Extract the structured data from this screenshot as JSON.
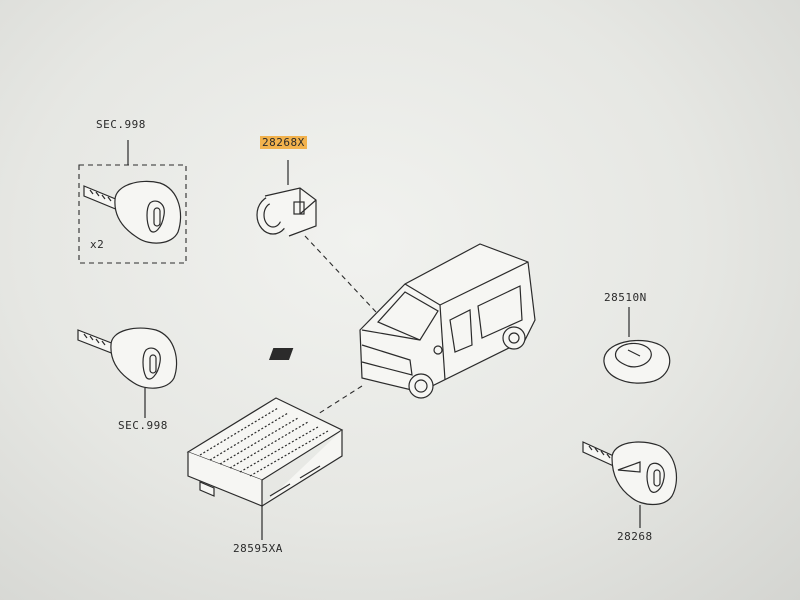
{
  "labels": {
    "sec_top": "SEC.998",
    "part_cylinder": "28268X",
    "sec_bottom": "SEC.998",
    "part_module": "28595XA",
    "part_fob": "28510N",
    "part_key": "28268",
    "qty": "x2"
  },
  "colors": {
    "highlight": "#f2b24d",
    "line": "#2b2b2b"
  },
  "icons": [
    "key-icon",
    "key-icon",
    "key-cylinder-icon",
    "van-icon",
    "control-module-icon",
    "remote-fob-icon",
    "key-icon"
  ]
}
